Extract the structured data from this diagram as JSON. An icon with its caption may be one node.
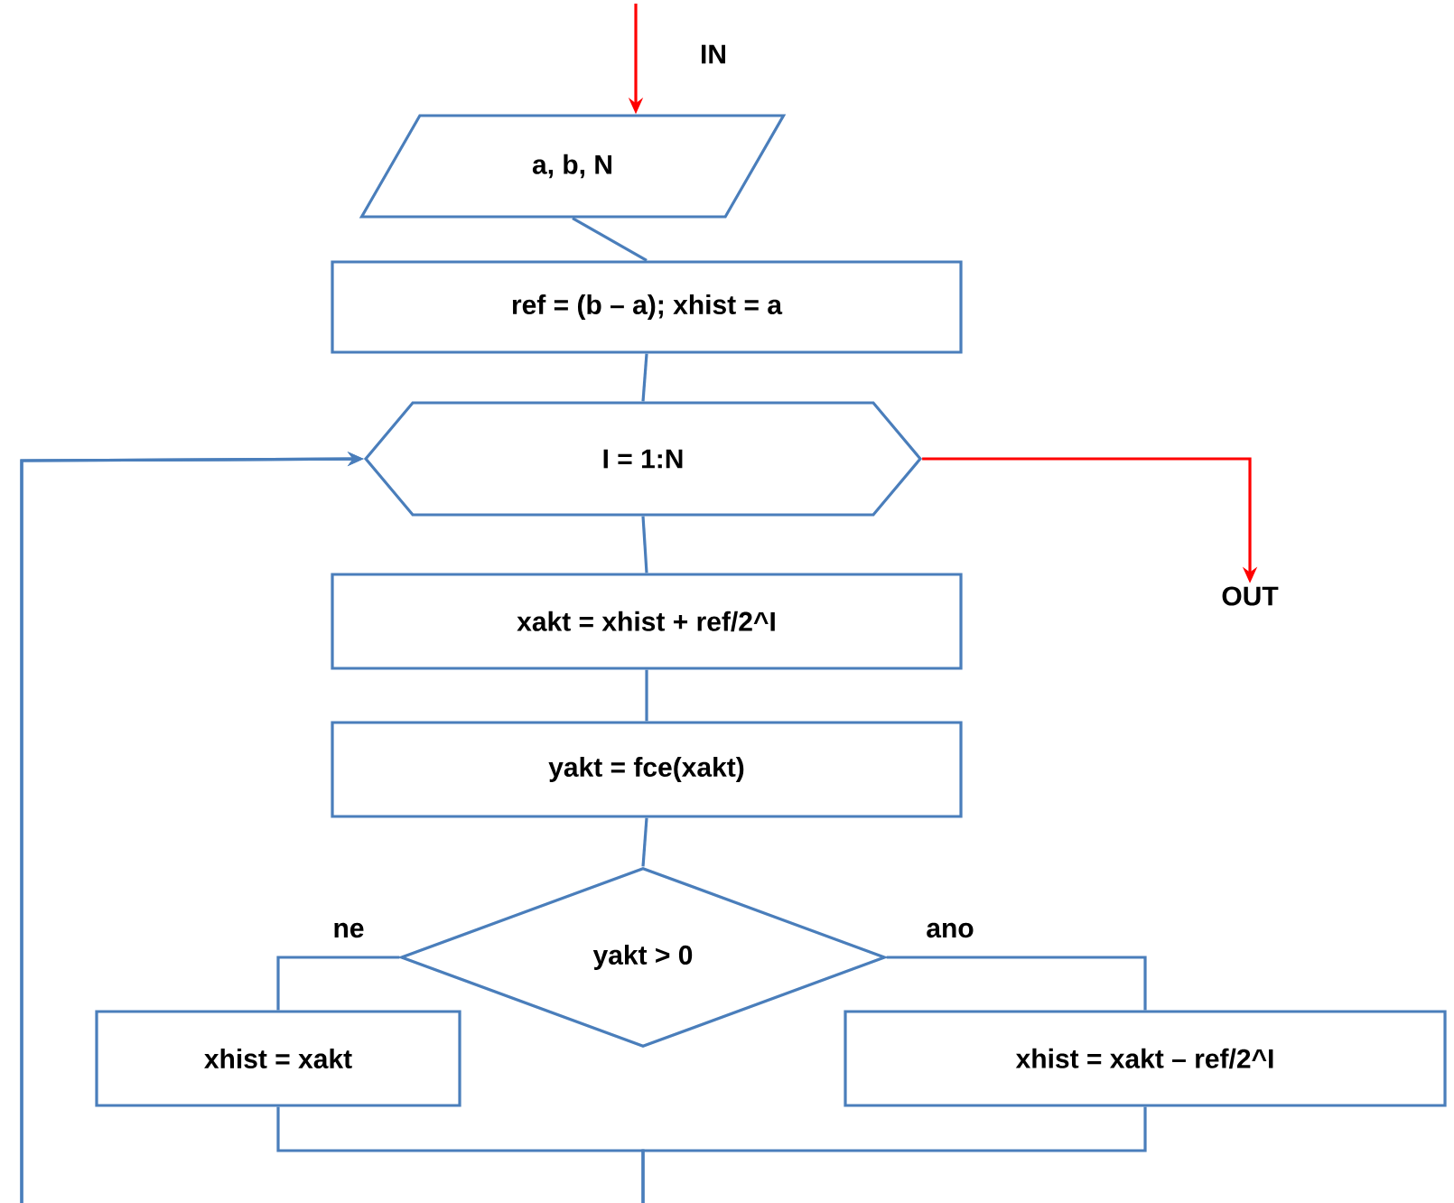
{
  "diagram": {
    "nodes": [
      {
        "text": [
          "a, b, N"
        ]
      },
      {
        "text": [
          "ref = (b – a);  xhist = a"
        ]
      },
      {
        "text": [
          "I = 1:N"
        ]
      },
      {
        "text": [
          "xakt = xhist + ref/2^I"
        ]
      },
      {
        "text": [
          "yakt = fce(xakt)"
        ]
      },
      {
        "text": [
          "yakt > 0"
        ]
      },
      {
        "text": [
          "xhist = xakt"
        ]
      },
      {
        "text": [
          "xhist = xakt – ref/2^I"
        ]
      },
      {
        "text": [
          "OUT"
        ]
      }
    ],
    "edges": [
      {
        "from": null,
        "to": 0,
        "arrow": "to",
        "color": "#ff0000"
      },
      {
        "from": 0,
        "to": 1,
        "arrow": "none"
      },
      {
        "from": 1,
        "to": 2,
        "arrow": "none"
      },
      {
        "from": 2,
        "to": 3,
        "arrow": "none"
      },
      {
        "from": 3,
        "to": 4,
        "arrow": "none"
      },
      {
        "from": 4,
        "to": 5,
        "arrow": "none"
      },
      {
        "from": 2,
        "to": 8,
        "arrow": "to",
        "color": "#ff0000"
      },
      {
        "from": 5,
        "to": 6,
        "arrow": "none",
        "label": "ne"
      },
      {
        "from": 5,
        "to": 7,
        "arrow": "none",
        "label": "ano"
      },
      {
        "from": 6,
        "to": 2,
        "arrow": "to"
      },
      {
        "from": 7,
        "to": 2,
        "arrow": "to"
      }
    ],
    "labels": [
      "IN"
    ]
  }
}
